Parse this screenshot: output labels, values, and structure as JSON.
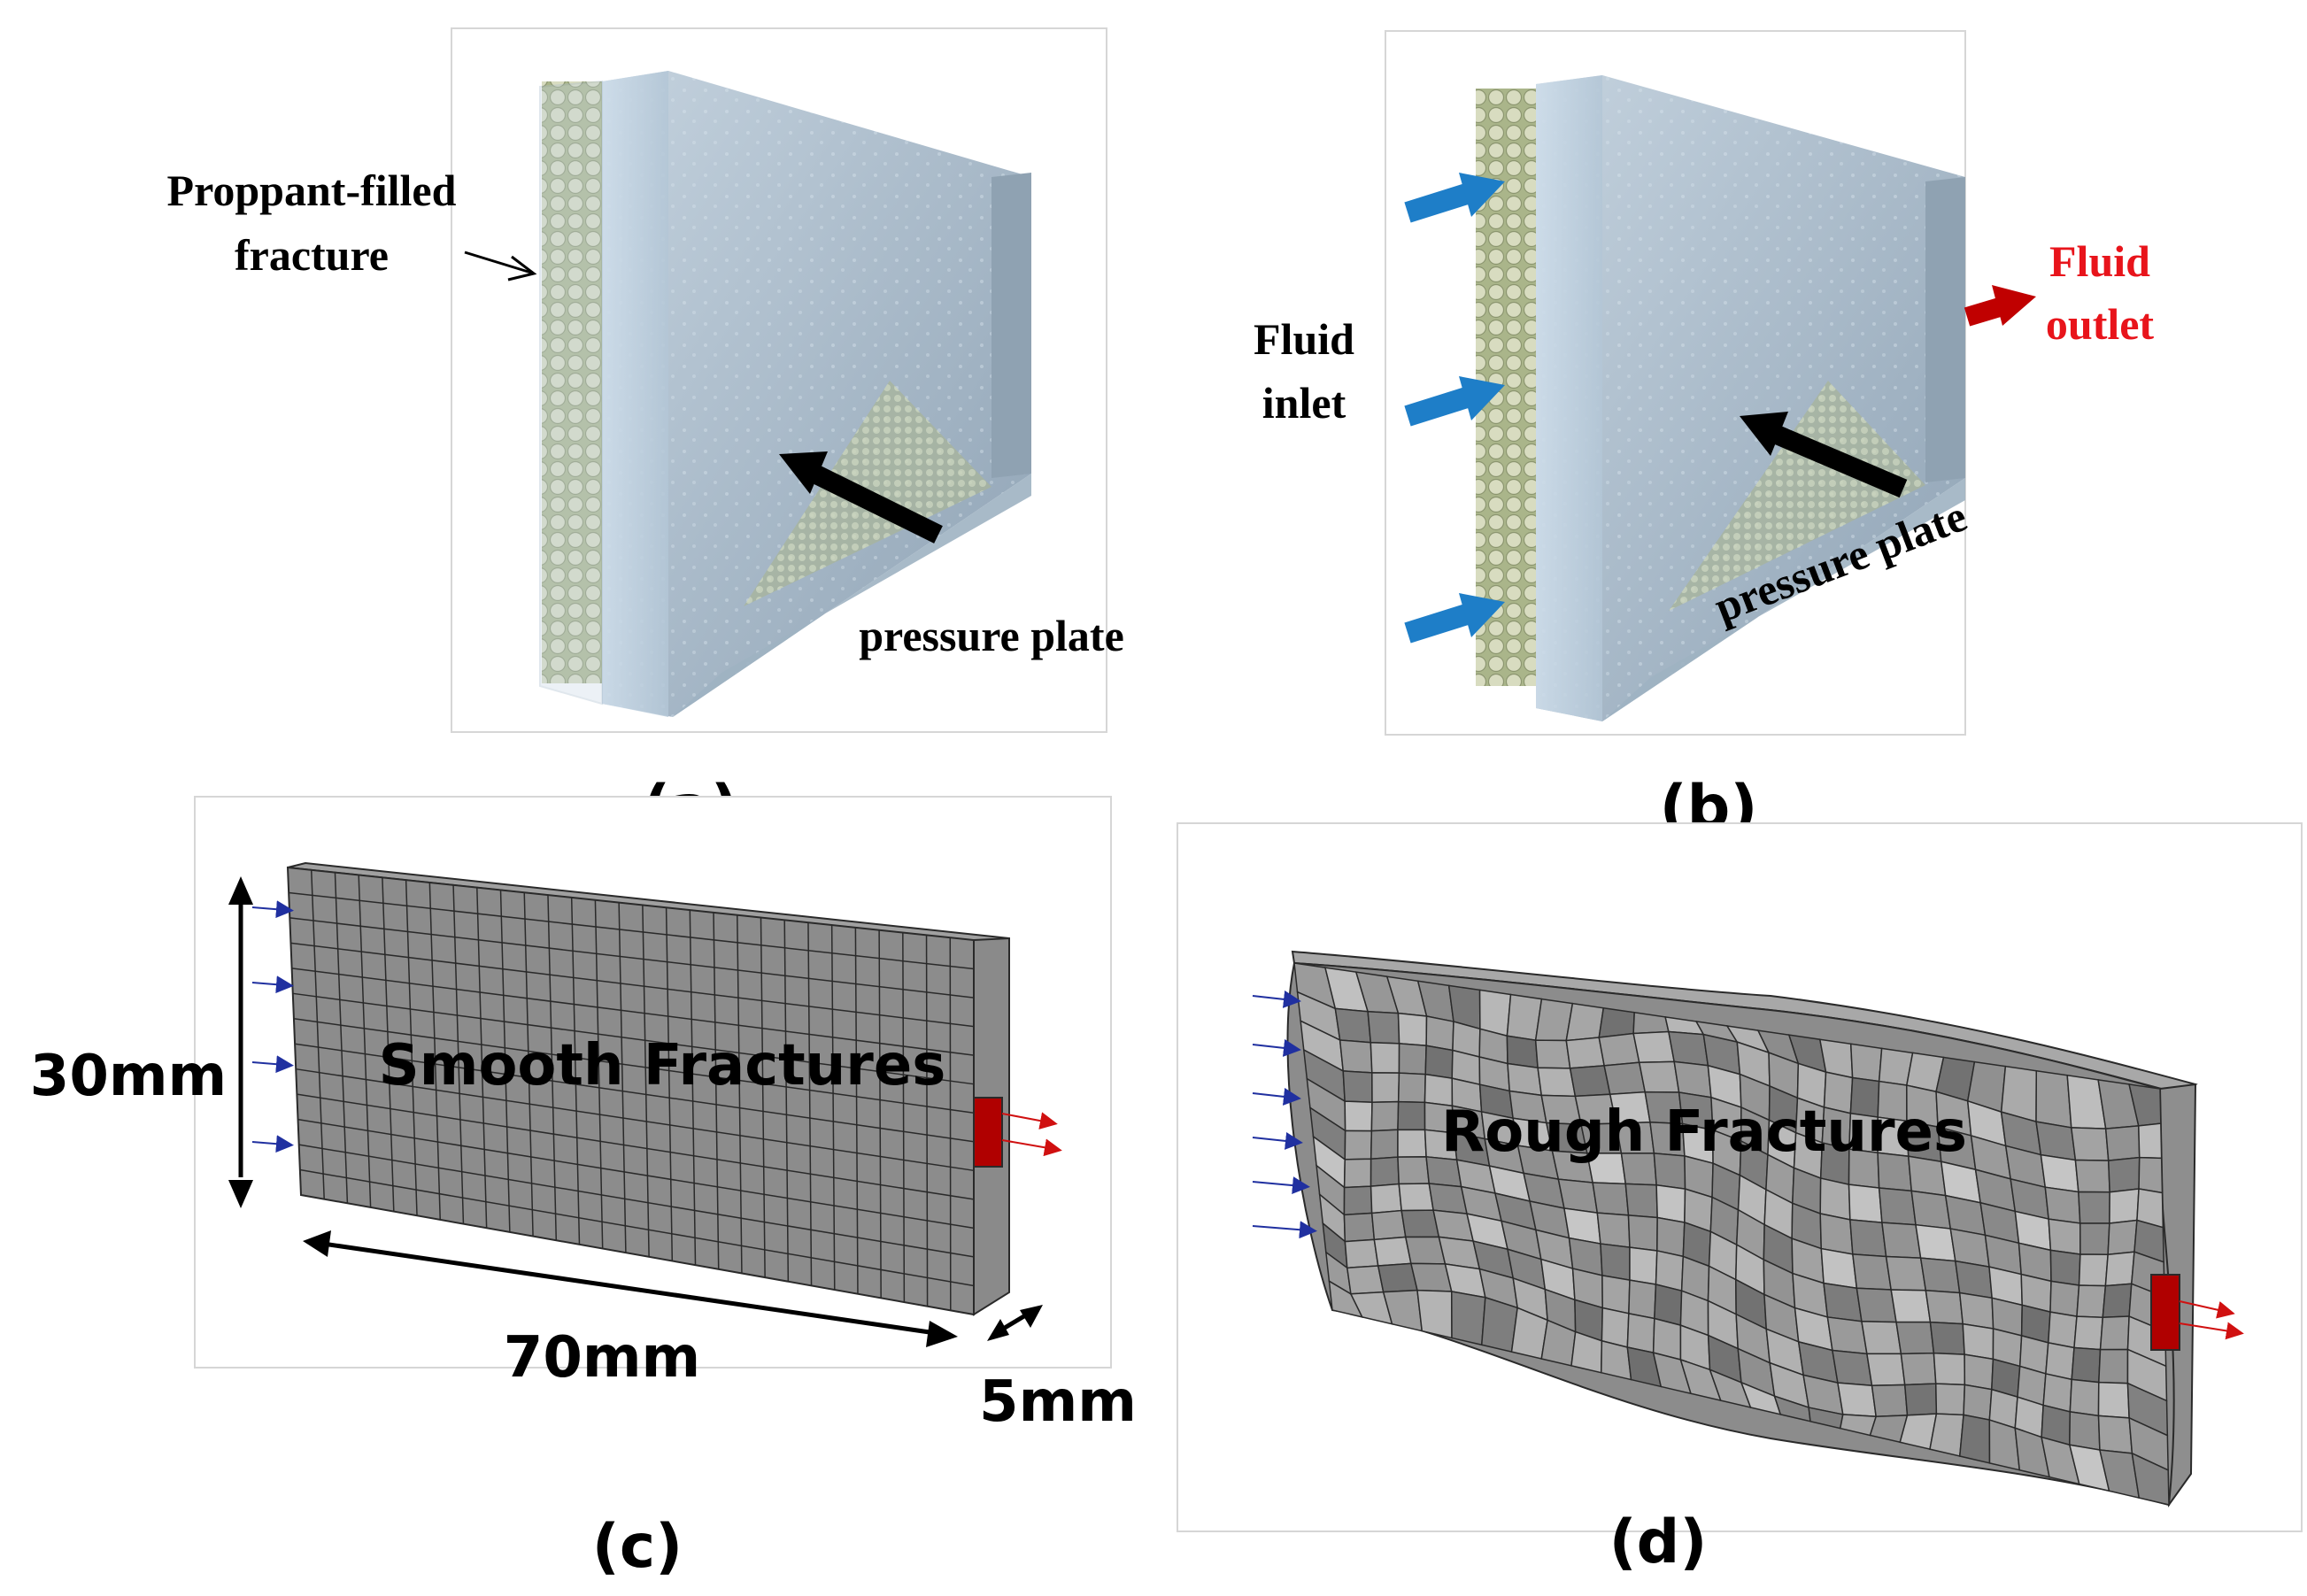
{
  "panels": {
    "a": {
      "caption": "(a)",
      "label_proppant_line1": "Proppant-filled",
      "label_proppant_line2": "fracture",
      "label_plate": "pressure plate"
    },
    "b": {
      "caption": "(b)",
      "label_inlet_line1": "Fluid",
      "label_inlet_line2": "inlet",
      "label_outlet_line1": "Fluid",
      "label_outlet_line2": "outlet",
      "label_plate": "pressure plate"
    },
    "c": {
      "caption": "(c)",
      "title": "Smooth Fractures",
      "dim_height": "30mm",
      "dim_length": "70mm",
      "dim_width": "5mm"
    },
    "d": {
      "caption": "(d)",
      "title": "Rough Fractures"
    }
  },
  "colors": {
    "text": "#000000",
    "outlet_text": "#e8141b",
    "inlet_arrow": "#1e7ec8",
    "outlet_arrow": "#c00000",
    "mesh_face": "#8c8c8c",
    "mesh_line": "#2a2a2a",
    "cell_face": "#b8c8d8",
    "proppant": "#c9cfa8",
    "outlet_patch": "#b00000"
  }
}
